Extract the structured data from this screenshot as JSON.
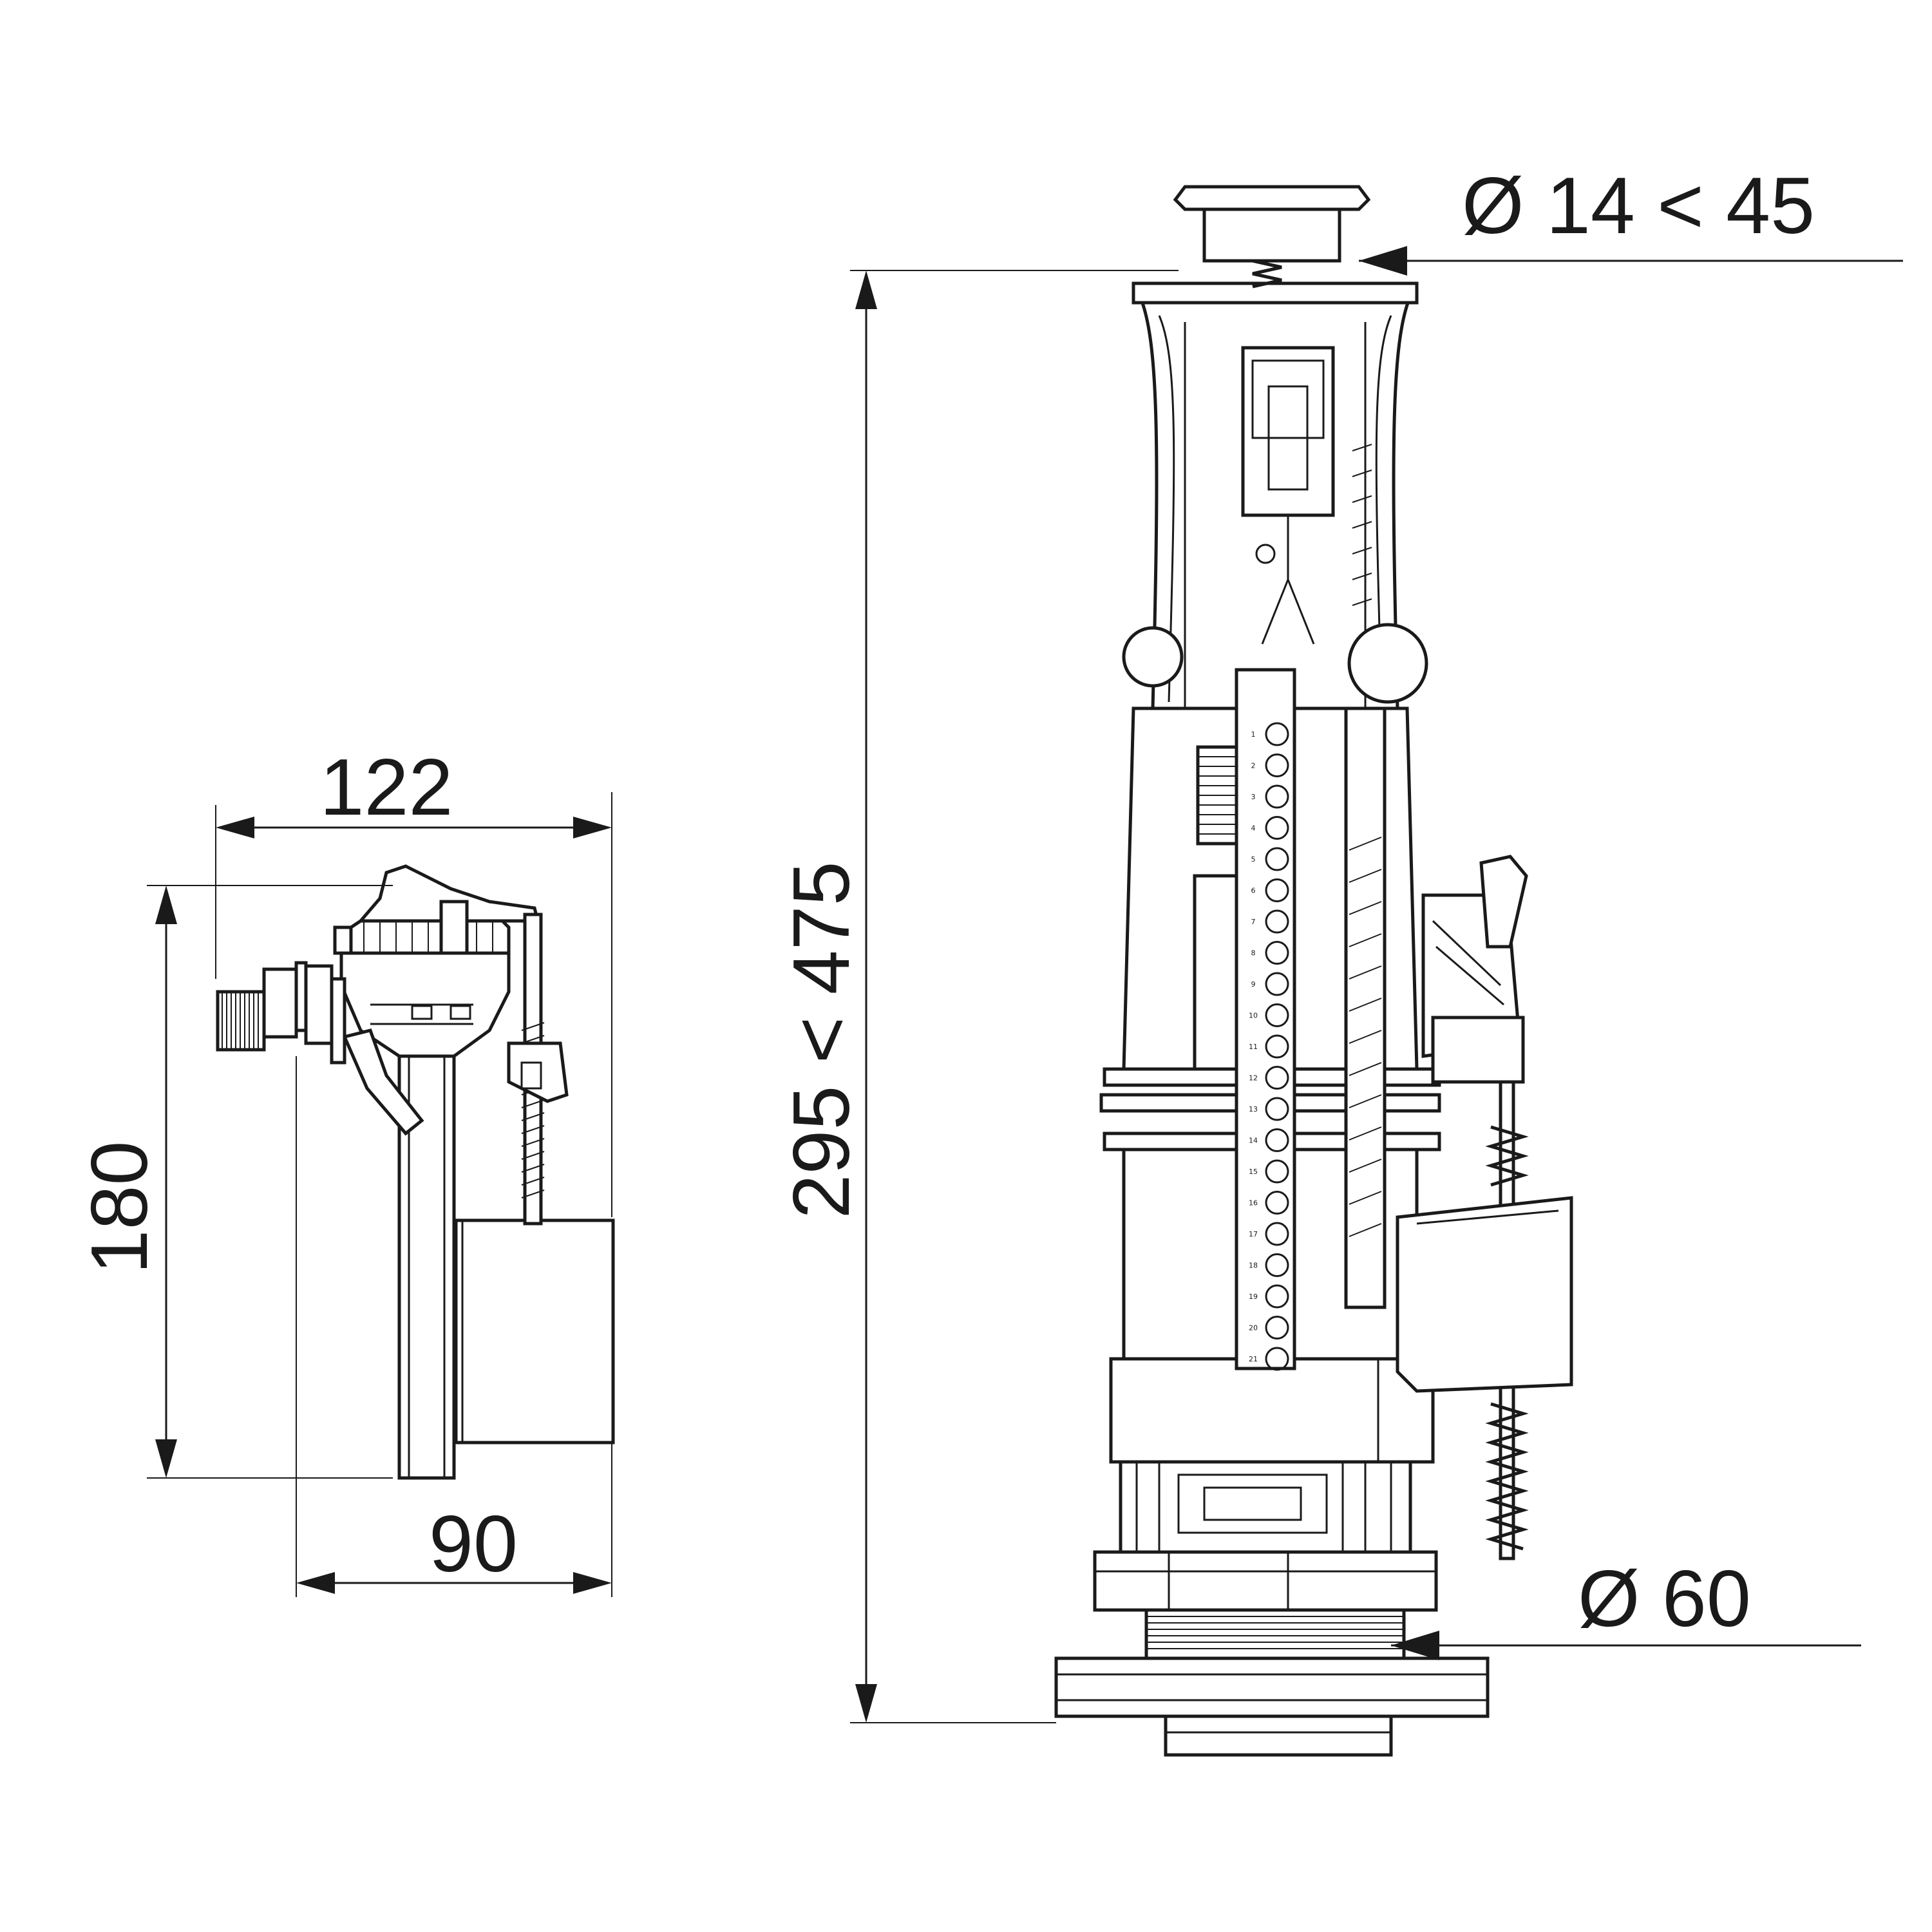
{
  "dimensions": {
    "fill_valve_width": "122",
    "fill_valve_height": "180",
    "fill_valve_depth": "90",
    "flush_valve_height": "295 < 475",
    "button_diameter": "Ø 14 < 45",
    "base_diameter": "Ø 60"
  },
  "scale_markings": [
    "1",
    "2",
    "3",
    "4",
    "5",
    "6",
    "7",
    "8",
    "9",
    "10",
    "11",
    "12",
    "13",
    "14",
    "15",
    "16",
    "17",
    "18",
    "19",
    "20",
    "21"
  ],
  "colors": {
    "line": "#1a1a1a",
    "background": "#ffffff"
  }
}
